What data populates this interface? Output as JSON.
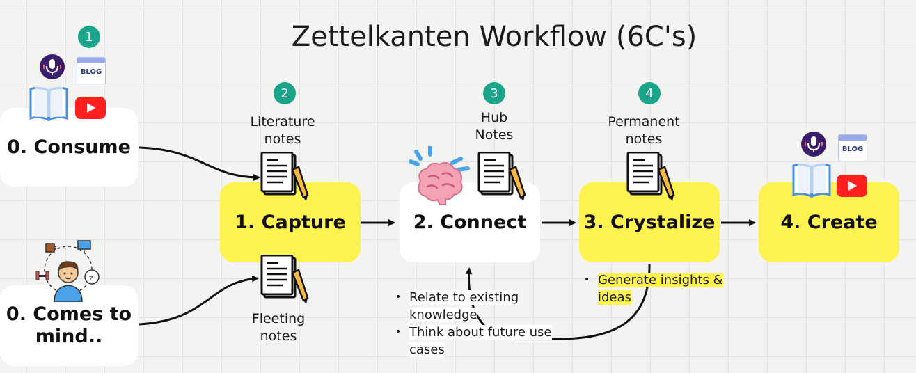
{
  "diagram": {
    "title": "Zettelkanten Workflow (6C's)",
    "boxes": {
      "consume": "0. Consume",
      "comes_to_mind_l1": "0. Comes to",
      "comes_to_mind_l2": "mind..",
      "capture": "1. Capture",
      "connect": "2. Connect",
      "crystalize": "3. Crystalize",
      "create": "4. Create"
    },
    "badges": [
      "1",
      "2",
      "3",
      "4"
    ],
    "labels": {
      "literature_l1": "Literature",
      "literature_l2": "notes",
      "fleeting_l1": "Fleeting",
      "fleeting_l2": "notes",
      "hub_l1": "Hub",
      "hub_l2": "Notes",
      "permanent_l1": "Permanent",
      "permanent_l2": "notes"
    },
    "connect_bullets": [
      "Relate to existing knowledge",
      "Think about future use cases"
    ],
    "crystalize_bullets": [
      "Generate insights & ideas"
    ],
    "blog_text": "BLOG",
    "colors": {
      "yellow": "#fdf24f",
      "white": "#ffffff",
      "badge": "#1aa58a",
      "youtube": "#ff1f1f",
      "podcast": "#3b1d6e",
      "book": "#4a8fe0"
    },
    "icons": [
      "podcast-icon",
      "blog-icon",
      "book-icon",
      "youtube-icon",
      "note-icon",
      "brain-icon",
      "person-icon"
    ]
  }
}
